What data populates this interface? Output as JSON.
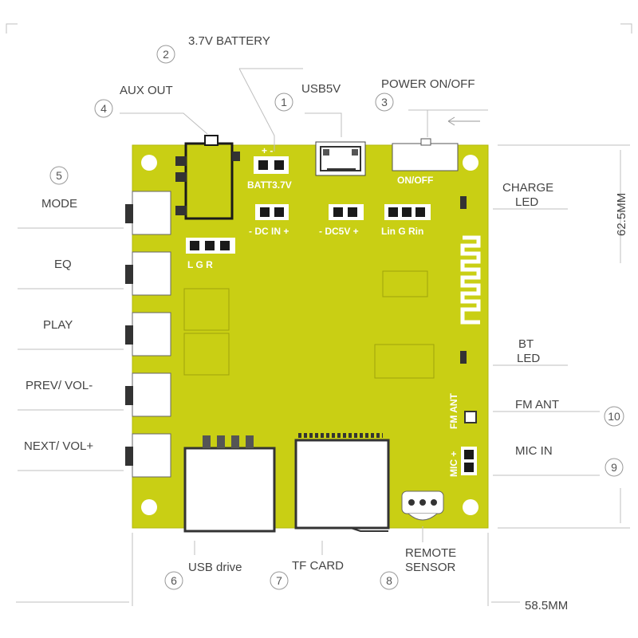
{
  "colors": {
    "pcb": "#c9cf14",
    "pcb_edge": "#b3b90c",
    "component": "#1a1a1a",
    "line": "#bfbfbf",
    "text": "#444444"
  },
  "labels": {
    "battery": "3.7V BATTERY",
    "aux_out": "AUX OUT",
    "usb5v": "USB5V",
    "power": "POWER ON/OFF",
    "mode": "MODE",
    "eq": "EQ",
    "play": "PLAY",
    "prev": "PREV/ VOL-",
    "next": "NEXT/ VOL+",
    "charge_led_1": "CHARGE",
    "charge_led_2": "LED",
    "bt_led_1": "BT",
    "bt_led_2": "LED",
    "fm_ant": "FM ANT",
    "mic_in": "MIC IN",
    "usb_drive": "USB drive",
    "tf_card": "TF CARD",
    "remote_1": "REMOTE",
    "remote_2": "SENSOR",
    "dim_height": "62.5MM",
    "dim_width": "58.5MM"
  },
  "pcb_text": {
    "batt_pol": "+  -",
    "batt": "BATT3.7V",
    "dc_in": "- DC IN +",
    "dc5v": "- DC5V +",
    "lgr_right": "Lin  G  Rin",
    "lgr_left": "L   G   R",
    "on_off": "ON/OFF",
    "fm_ant_v": "FM ANT",
    "mic_v": "MIC +"
  },
  "numbers": {
    "n1": "1",
    "n2": "2",
    "n3": "3",
    "n4": "4",
    "n5": "5",
    "n6": "6",
    "n7": "7",
    "n8": "8",
    "n9": "9",
    "n10": "10"
  }
}
